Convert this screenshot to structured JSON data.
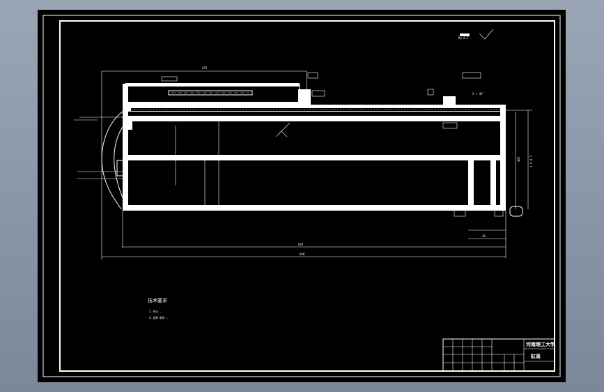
{
  "drawing": {
    "tech_requirements_title": "技术要求",
    "tech_requirements": [
      "1. 未注 ...",
      "2. 去除 毛刺 ..."
    ],
    "title_block": {
      "institution": "河南理工大学",
      "part_name": "缸盖"
    },
    "dimensions": {
      "overall_length": "940",
      "inner_length": "870",
      "top_length": "475",
      "right_height": "2.5.9.7",
      "right_dim2": "405",
      "small_dim": "30"
    },
    "labels": {
      "rough": "Ra 6.3",
      "chamfer": "2 × 45°"
    }
  }
}
